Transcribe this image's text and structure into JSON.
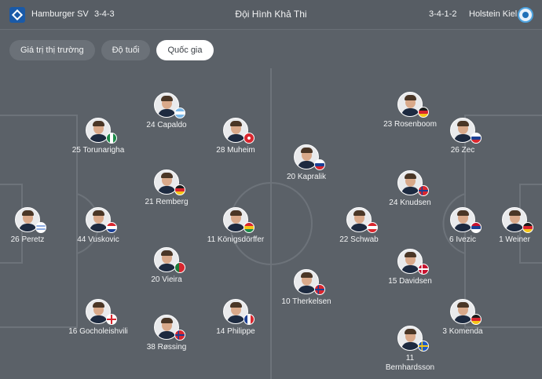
{
  "header": {
    "home_team": "Hamburger SV",
    "home_formation": "3-4-3",
    "title": "Đội Hình Khả Thi",
    "away_formation": "3-4-1-2",
    "away_team": "Holstein Kiel"
  },
  "tabs": [
    {
      "label": "Giá trị thị trường",
      "active": false
    },
    {
      "label": "Độ tuổi",
      "active": false
    },
    {
      "label": "Quốc gia",
      "active": true
    }
  ],
  "home_players": [
    {
      "label": "26 Peretz",
      "flag": "israel"
    },
    {
      "label": "44 Vuskovic",
      "flag": "croatia"
    },
    {
      "label": "25 Torunarigha",
      "flag": "nigeria"
    },
    {
      "label": "24 Capaldo",
      "flag": "argentina"
    },
    {
      "label": "28 Muheim",
      "flag": "switzerland"
    },
    {
      "label": "21 Remberg",
      "flag": "germany"
    },
    {
      "label": "20 Vieira",
      "flag": "portugal"
    },
    {
      "label": "16 Gocholeishvili",
      "flag": "england"
    },
    {
      "label": "38 Røssing",
      "flag": "norway"
    },
    {
      "label": "11 Königsdörffer",
      "flag": "ghana"
    },
    {
      "label": "14 Philippe",
      "flag": "france"
    }
  ],
  "away_players": [
    {
      "label": "20 Kapralik",
      "flag": "slovakia"
    },
    {
      "label": "10 Therkelsen",
      "flag": "norway"
    },
    {
      "label": "23 Rosenboom",
      "flag": "germany"
    },
    {
      "label": "24 Knudsen",
      "flag": "norway"
    },
    {
      "label": "22 Schwab",
      "flag": "austria"
    },
    {
      "label": "15 Davidsen",
      "flag": "denmark"
    },
    {
      "label": "11 Bernhardsson",
      "flag": "sweden"
    },
    {
      "label": "26 Zec",
      "flag": "slovenia"
    },
    {
      "label": "6 Ivezic",
      "flag": "serbia"
    },
    {
      "label": "3 Komenda",
      "flag": "germany"
    },
    {
      "label": "1 Weiner",
      "flag": "germany"
    }
  ],
  "colors": {
    "pitch": "#5b6168",
    "lines": "#6d737a",
    "tab_active_bg": "#ffffff",
    "tab_bg": "#6b7178"
  }
}
